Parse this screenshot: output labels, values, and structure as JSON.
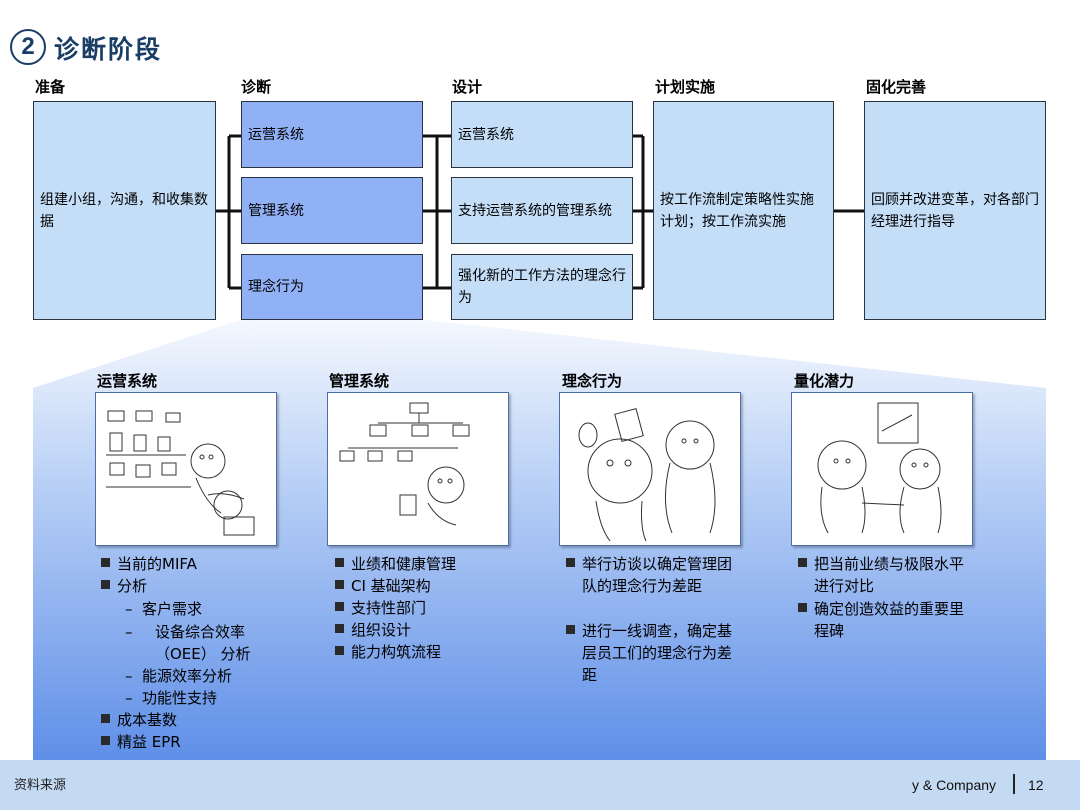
{
  "header": {
    "number": "2",
    "title": "诊断阶段"
  },
  "columns": [
    "准备",
    "诊断",
    "设计",
    "计划实施",
    "固化完善"
  ],
  "flow": {
    "prepare": "组建小组，沟通，和收集数据",
    "diagnose": [
      "运营系统",
      "管理系统",
      "理念行为"
    ],
    "design": [
      "运营系统",
      "支持运营系统的管理系统",
      "强化新的工作方法的理念行为"
    ],
    "plan": "按工作流制定策略性实施计划；按工作流实施",
    "consolidate": "回顾并改进变革，对各部门经理进行指导"
  },
  "sections": [
    {
      "title": "运营系统",
      "bullets": [
        "当前的MIFA",
        "分析"
      ],
      "subs": [
        "客户需求",
        "设备综合效率（OEE） 分析",
        "能源效率分析",
        "功能性支持"
      ],
      "bullets2": [
        "成本基数",
        "精益 EPR"
      ]
    },
    {
      "title": "管理系统",
      "bullets": [
        "业绩和健康管理",
        "CI 基础架构",
        "支持性部门",
        "组织设计",
        "能力构筑流程"
      ]
    },
    {
      "title": "理念行为",
      "bullets": [
        "举行访谈以确定管理团队的理念行为差距",
        "进行一线调查，确定基层员工们的理念行为差距"
      ]
    },
    {
      "title": "量化潜力",
      "bullets": [
        "把当前业绩与极限水平进行对比",
        "确定创造效益的重要里程碑"
      ]
    }
  ],
  "footer": {
    "source_label": "资料来源",
    "company": "y & Company",
    "page": "12"
  },
  "colors": {
    "title": "#1a3d66",
    "light_box": "#c5def8",
    "dark_box": "#91b1f6",
    "footer": "#c4daf2"
  }
}
